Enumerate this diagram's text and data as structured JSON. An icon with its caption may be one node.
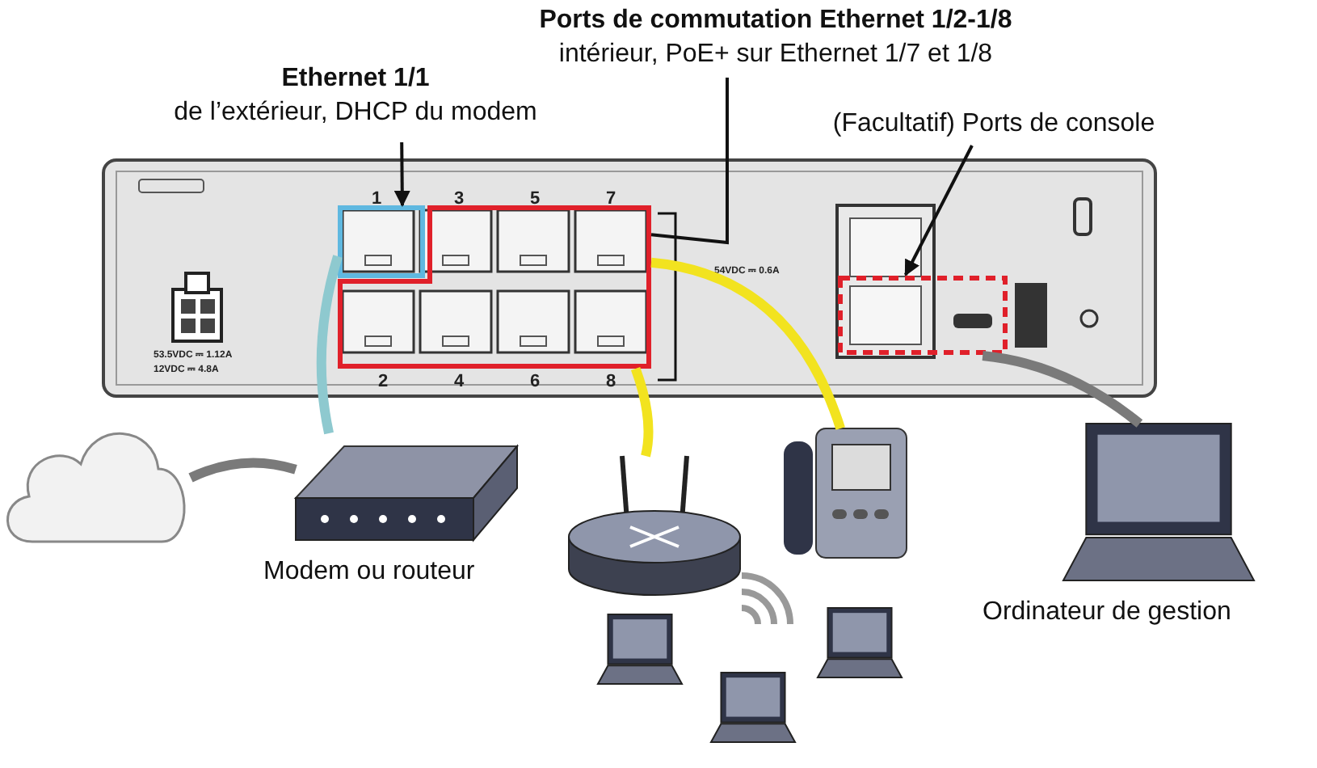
{
  "diagram": {
    "nodes": [
      {
        "text": [
          "Ethernet 1/1",
          "de l’extérieur, DHCP du modem"
        ]
      },
      {
        "text": [
          "Ports de commutation Ethernet 1/2-1/8",
          "intérieur, PoE+ sur Ethernet 1/7 et 1/8"
        ]
      },
      {
        "text": [
          "(Facultatif) Ports de console"
        ]
      },
      {
        "text": [],
        "shape": "picture"
      },
      {
        "text": [],
        "shape": "box",
        "in": 3
      },
      {
        "text": [],
        "shape": "box",
        "in": 3
      },
      {
        "text": [],
        "shape": "box",
        "in": 3
      },
      {
        "text": [],
        "shape": "cloud"
      },
      {
        "text": [],
        "shape": "picture",
        "beside": [
          "Modem ou routeur"
        ]
      },
      {
        "text": [],
        "shape": "picture"
      },
      {
        "text": [],
        "shape": "picture"
      },
      {
        "text": [],
        "shape": "picture"
      },
      {
        "text": [],
        "shape": "picture"
      },
      {
        "text": [],
        "shape": "picture"
      },
      {
        "text": [],
        "shape": "picture",
        "beside": [
          "Ordinateur de gestion"
        ]
      }
    ],
    "edges": [
      {
        "from": 0,
        "to": 4,
        "arrow": "to"
      },
      {
        "from": 1,
        "to": 5,
        "arrow": "none"
      },
      {
        "from": 2,
        "to": 6,
        "arrow": "to"
      },
      {
        "from": 4,
        "to": 8,
        "arrow": "none",
        "color": "#8ec9cf"
      },
      {
        "from": 7,
        "to": 8,
        "arrow": "none",
        "color": "#7a7a7a"
      },
      {
        "from": 5,
        "to": 10,
        "arrow": "none",
        "color": "#f2e31f"
      },
      {
        "from": 5,
        "to": 9,
        "arrow": "none",
        "color": "#f2e31f"
      },
      {
        "from": 6,
        "to": 14,
        "arrow": "none",
        "color": "#7a7a7a"
      }
    ],
    "labels": [
      "1",
      "3",
      "5",
      "7",
      "54VDC ⎓ 0.6A",
      "53.5VDC ⎓ 1.12A",
      "12VDC ⎓ 4.8A",
      "2",
      "4",
      "6",
      "8"
    ]
  }
}
